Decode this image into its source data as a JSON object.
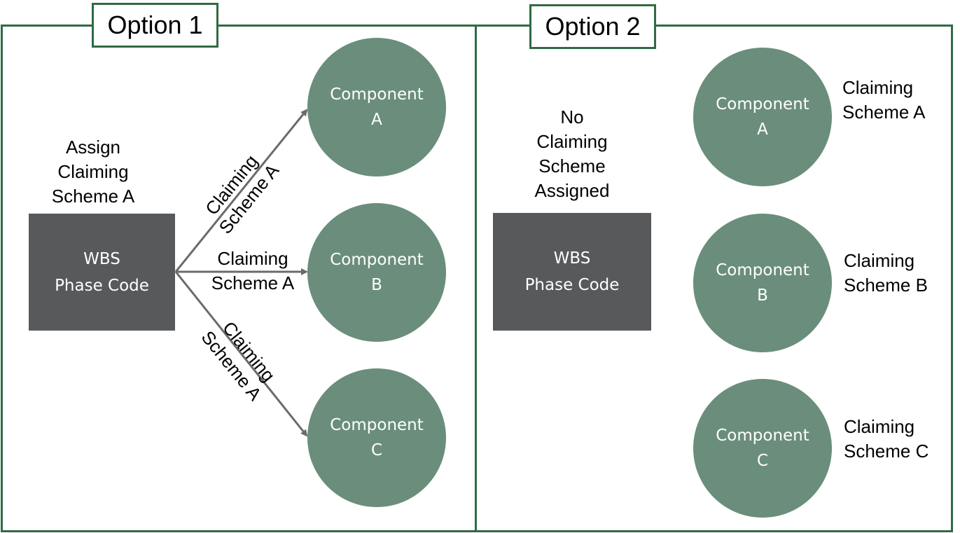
{
  "option1": {
    "tab": "Option 1",
    "assign_lines": [
      "Assign",
      "Claiming",
      "Scheme A"
    ],
    "wbs_lines": [
      "WBS",
      "Phase Code"
    ],
    "components": [
      {
        "lines": [
          "Component",
          "A"
        ]
      },
      {
        "lines": [
          "Component",
          "B"
        ]
      },
      {
        "lines": [
          "Component",
          "C"
        ]
      }
    ],
    "arrow_labels": [
      {
        "lines": [
          "Claiming",
          "Scheme A"
        ]
      },
      {
        "lines": [
          "Claiming",
          "Scheme A"
        ]
      },
      {
        "lines": [
          "Claiming",
          "Scheme A"
        ]
      }
    ]
  },
  "option2": {
    "tab": "Option 2",
    "note_lines": [
      "No",
      "Claiming",
      "Scheme",
      "Assigned"
    ],
    "wbs_lines": [
      "WBS",
      "Phase Code"
    ],
    "components": [
      {
        "lines": [
          "Component",
          "A"
        ],
        "scheme_lines": [
          "Claiming",
          "Scheme A"
        ]
      },
      {
        "lines": [
          "Component",
          "B"
        ],
        "scheme_lines": [
          "Claiming",
          "Scheme B"
        ]
      },
      {
        "lines": [
          "Component",
          "C"
        ],
        "scheme_lines": [
          "Claiming",
          "Scheme C"
        ]
      }
    ]
  },
  "colors": {
    "border_green": "#2f6b43",
    "wbs_gray": "#58595b",
    "component_green": "#6a8e7b",
    "arrow_gray": "#6b6b6b"
  }
}
